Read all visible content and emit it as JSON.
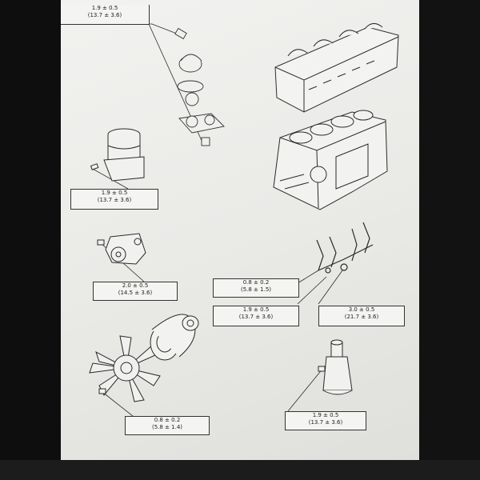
{
  "specs": [
    {
      "name": "spec-top-left",
      "value": "1.9 ± 0.5",
      "sub": "(13.7 ± 3.6)"
    },
    {
      "name": "spec-oil-filter",
      "value": "1.9 ± 0.5",
      "sub": "(13.7 ± 3.6)"
    },
    {
      "name": "spec-water-pump",
      "value": "2.0 ± 0.5",
      "sub": "(14.5 ± 3.6)"
    },
    {
      "name": "spec-harness-bolt",
      "value": "0.8 ± 0.2",
      "sub": "(5.8 ± 1.5)"
    },
    {
      "name": "spec-harness-nut",
      "value": "1.9 ± 0.5",
      "sub": "(13.7 ± 3.6)"
    },
    {
      "name": "spec-harness-stud",
      "value": "3.0 ± 0.5",
      "sub": "(21.7 ± 3.6)"
    },
    {
      "name": "spec-fan",
      "value": "0.8 ± 0.2",
      "sub": "(5.8 ± 1.4)"
    },
    {
      "name": "spec-oil-pump",
      "value": "1.9 ± 0.5",
      "sub": "(13.7 ± 3.6)"
    }
  ]
}
